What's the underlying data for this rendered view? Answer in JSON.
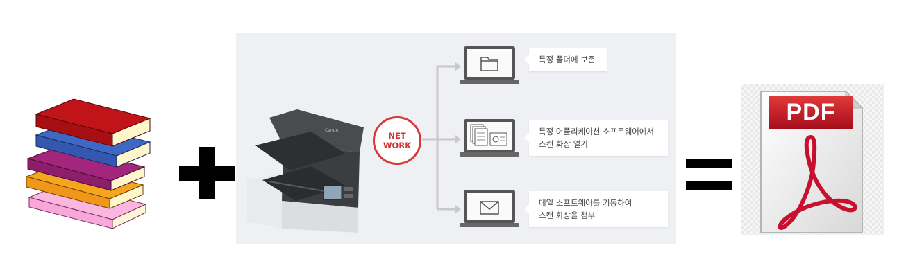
{
  "network_badge": {
    "line1": "NET",
    "line2": "WORK"
  },
  "features": [
    {
      "icon": "folder-icon",
      "text": "특정 폴더에 보존"
    },
    {
      "icon": "documents-app-icon",
      "text": "특정 어플리케이션 소프트웨어에서\n스캔 화상 열기"
    },
    {
      "icon": "envelope-icon",
      "text": "메일 소프트웨어를 기동하여\n스캔 화상을 첨부"
    }
  ],
  "pdf_icon": {
    "label": "PDF"
  },
  "colors": {
    "accent_red": "#d53a3a",
    "panel_bg": "#eef0f3",
    "pdf_red": "#c8102e"
  }
}
